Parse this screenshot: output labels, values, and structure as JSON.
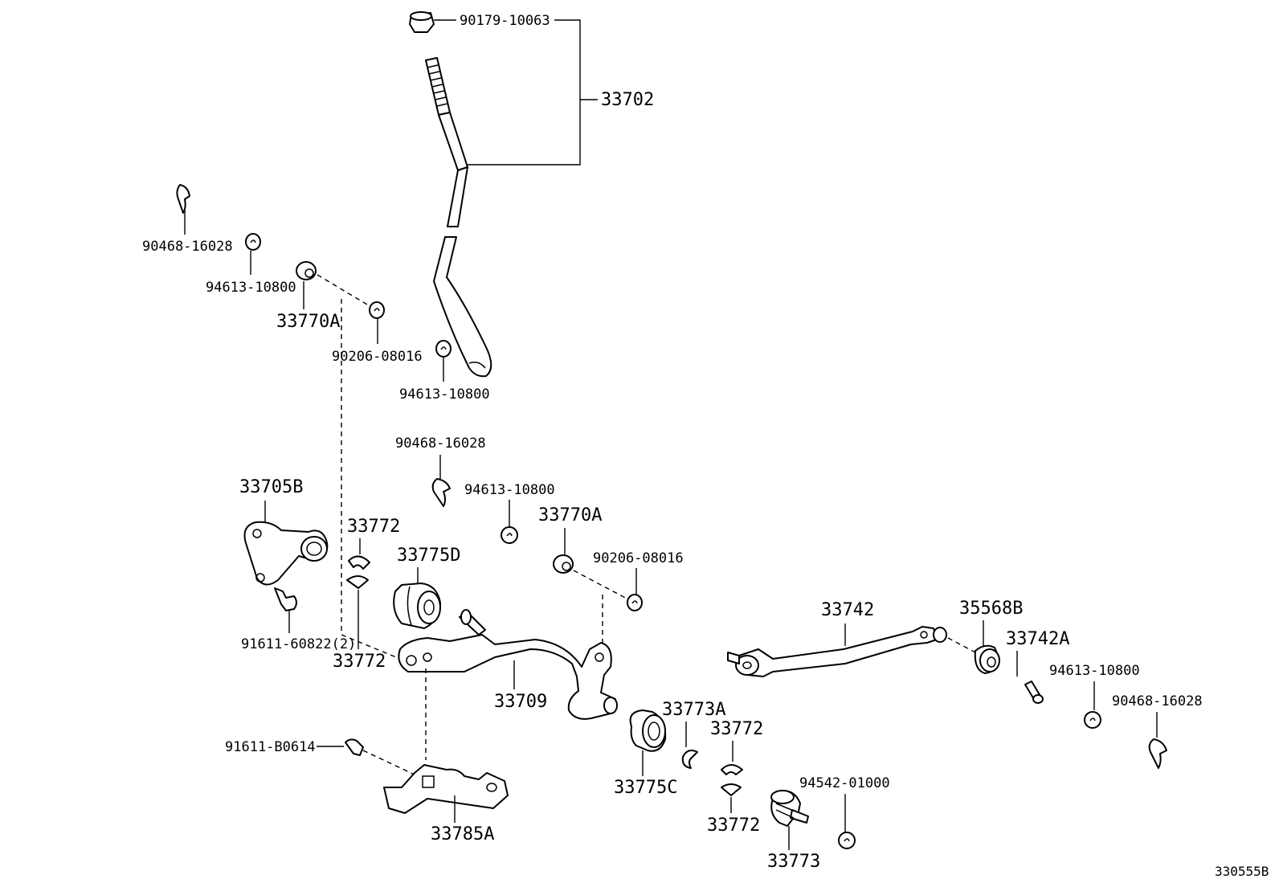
{
  "diagram_id": "330555B",
  "labels": {
    "nut_top": "90179-10063",
    "shift_lever": "33702",
    "pin_left": "90468-16028",
    "washer_left_a": "94613-10800",
    "bushing_left": "33770A",
    "washer_left_b": "90206-08016",
    "washer_mid": "94613-10800",
    "pin_mid": "90468-16028",
    "washer_mid_b": "94613-10800",
    "bushing_mid": "33770A",
    "washer_mid_c": "90206-08016",
    "retainer": "33705B",
    "seat_upper": "33772",
    "bushing_d": "33775D",
    "bolt_retainer": "91611-60822(2)",
    "seat_lower": "33772",
    "shift_shaft": "33709",
    "bolt_bracket": "91611-B0614",
    "bracket": "33785A",
    "bushing_c": "33775C",
    "clip_a": "33773A",
    "seat_right_top": "33772",
    "seat_right_bottom": "33772",
    "ball_joint": "33773",
    "washer_bottom": "94542-01000",
    "rod": "33742",
    "bushing_b": "35568B",
    "collar": "33742A",
    "washer_right": "94613-10800",
    "pin_right": "90468-16028"
  }
}
